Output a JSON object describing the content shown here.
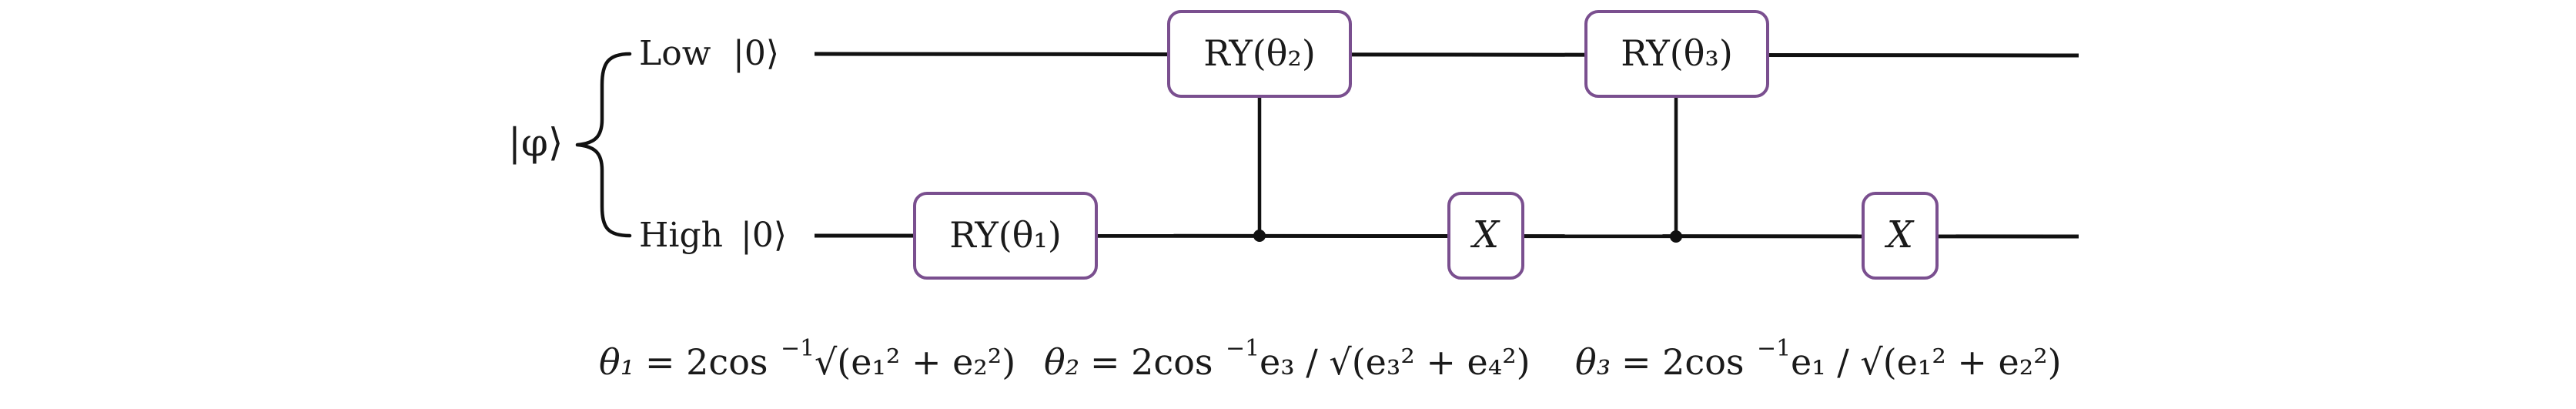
{
  "state_label": "|φ⟩",
  "qubits": [
    {
      "name": "Low",
      "ket": "|0⟩"
    },
    {
      "name": "High",
      "ket": "|0⟩"
    }
  ],
  "gates": [
    {
      "label": "RY(θ₂)",
      "target": "Low",
      "control": "High"
    },
    {
      "label": "RY(θ₃)",
      "target": "Low",
      "control": "High"
    },
    {
      "label": "RY(θ₁)",
      "target": "High"
    },
    {
      "label": "X",
      "target": "High"
    },
    {
      "label": "X",
      "target": "High"
    }
  ],
  "equations": {
    "theta1": {
      "lhs": "θ₁",
      "rhs_pre": "= 2cos",
      "exp": "−1",
      "arg": "√(e₁² + e₂²)"
    },
    "theta2": {
      "lhs": "θ₂",
      "rhs_pre": "= 2cos",
      "exp": "−1",
      "arg": "e₃ / √(e₃² + e₄²)"
    },
    "theta3": {
      "lhs": "θ₃",
      "rhs_pre": "= 2cos",
      "exp": "−1",
      "arg": "e₁ / √(e₁² + e₂²)"
    }
  }
}
